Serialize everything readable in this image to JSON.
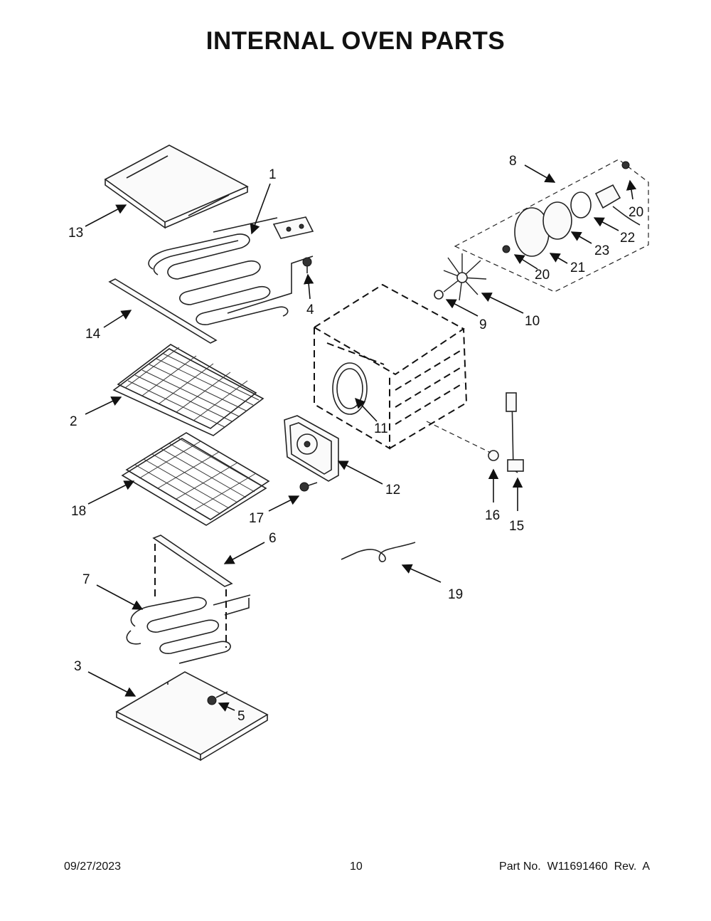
{
  "title": "INTERNAL OVEN PARTS",
  "callouts": {
    "c1": "1",
    "c2": "2",
    "c3": "3",
    "c4": "4",
    "c5": "5",
    "c6": "6",
    "c7": "7",
    "c8": "8",
    "c9": "9",
    "c10": "10",
    "c11": "11",
    "c12": "12",
    "c13": "13",
    "c14": "14",
    "c15": "15",
    "c16": "16",
    "c17": "17",
    "c18": "18",
    "c19": "19",
    "c20a": "20",
    "c20b": "20",
    "c21": "21",
    "c22": "22",
    "c23": "23"
  },
  "footer": {
    "date": "09/27/2023",
    "page": "10",
    "part": "Part No.  W11691460  Rev.  A"
  }
}
